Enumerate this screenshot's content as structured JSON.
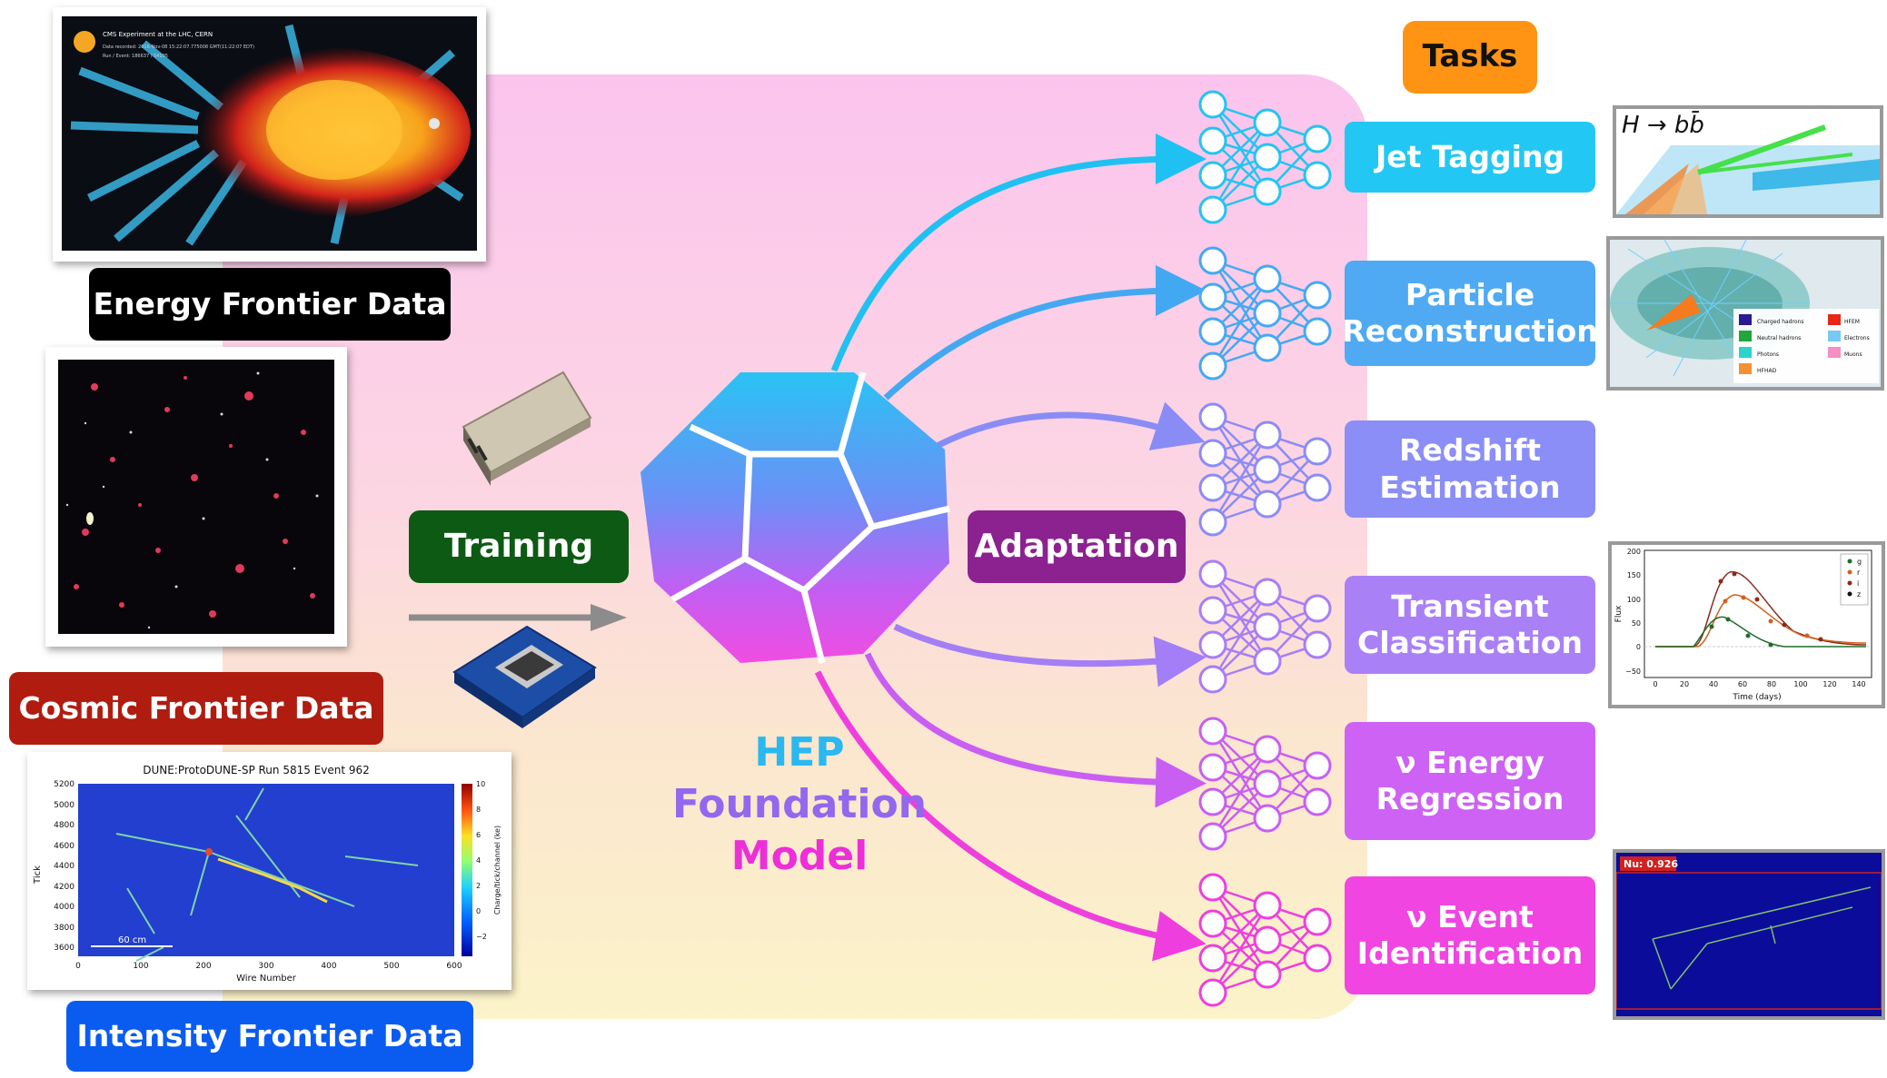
{
  "sources": {
    "energy": "Energy Frontier Data",
    "cosmic": "Cosmic Frontier Data",
    "intensity": "Intensity Frontier Data"
  },
  "energy_image": {
    "line1": "CMS Experiment at the LHC, CERN",
    "line2": "Data recorded: 2016-Nov-08 15:22:07.775008 GMT(11:22:07 EDT)",
    "line3": "Run / Event: 186637 / 54105"
  },
  "dune_plot": {
    "title": "DUNE:ProtoDUNE-SP Run 5815 Event 962",
    "xlabel": "Wire Number",
    "ylabel": "Tick",
    "colorbar_label": "Charge/tick/channel (ke)",
    "scale_label": "60 cm",
    "xticks": [
      "0",
      "100",
      "200",
      "300",
      "400",
      "500",
      "600"
    ],
    "yticks": [
      "5200",
      "5000",
      "4800",
      "4600",
      "4400",
      "4200",
      "4000",
      "3800",
      "3600"
    ],
    "cticks": [
      "10",
      "8",
      "6",
      "4",
      "2",
      "0",
      "−2"
    ]
  },
  "process": {
    "training": "Training",
    "adaptation": "Adaptation",
    "model_line1": "HEP",
    "model_line2": "Foundation",
    "model_line3": "Model"
  },
  "tasks_header": "Tasks",
  "tasks": [
    {
      "line1": "Jet Tagging",
      "line2": ""
    },
    {
      "line1": "Particle",
      "line2": "Reconstruction"
    },
    {
      "line1": "Redshift",
      "line2": "Estimation"
    },
    {
      "line1": "Transient",
      "line2": "Classification"
    },
    {
      "line1": "ν Energy",
      "line2": "Regression"
    },
    {
      "line1": "ν Event",
      "line2": "Identification"
    }
  ],
  "higgs_label": "H → bb̄",
  "legend_particles": [
    "Charged hadrons",
    "HFEM",
    "Neutral hadrons",
    "Electrons",
    "Photons",
    "Muons",
    "HFHAD"
  ],
  "transient_plot": {
    "xlabel": "Time (days)",
    "ylabel": "Flux",
    "xticks": [
      "0",
      "20",
      "40",
      "60",
      "80",
      "100",
      "120",
      "140"
    ],
    "yticks": [
      "200",
      "150",
      "100",
      "50",
      "0",
      "−50"
    ],
    "legend": [
      "g",
      "r",
      "i",
      "z"
    ]
  },
  "nu_score": "Nu: 0.926",
  "colors": {
    "energy_label": "#000000",
    "cosmic_label": "#b01c10",
    "intensity_label": "#0a5cf0",
    "training": "#0d5a14",
    "adaptation": "#8b2290",
    "tasks_header": "#ff9414",
    "task_colors": [
      "#22c8f3",
      "#4faaf3",
      "#8a8ef6",
      "#aa80f7",
      "#cd62f4",
      "#f045e1"
    ]
  }
}
